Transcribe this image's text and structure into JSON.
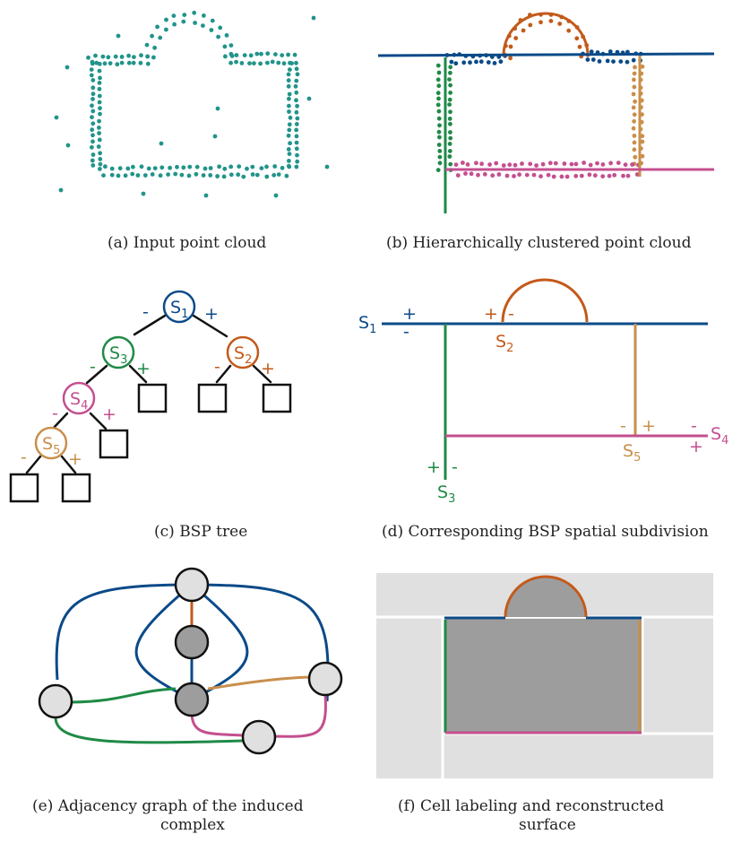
{
  "colors": {
    "teal": "#21948a",
    "blue": "#0b4a88",
    "orange": "#c35a1b",
    "green": "#1f8a46",
    "tan": "#c98f4b",
    "magenta": "#c44f8f",
    "gray_light": "#e0e0e0",
    "gray_dark": "#9d9d9d"
  },
  "captions": {
    "a": "(a)  Input point cloud",
    "b": "(b)  Hierarchically clustered point cloud",
    "c": "(c)  BSP tree",
    "d": "(d)  Corresponding BSP spatial subdivision",
    "e_line1": "(e)  Adjacency graph of the induced",
    "e_line2": "complex",
    "f_line1": "(f)  Cell labeling and reconstructed",
    "f_line2": "surface"
  },
  "tree": {
    "s1": {
      "base": "S",
      "sub": "1"
    },
    "s2": {
      "base": "S",
      "sub": "2"
    },
    "s3": {
      "base": "S",
      "sub": "3"
    },
    "s4": {
      "base": "S",
      "sub": "4"
    },
    "s5": {
      "base": "S",
      "sub": "5"
    },
    "minus": "-",
    "plus": "+"
  },
  "subdivision": {
    "s1": {
      "base": "S",
      "sub": "1"
    },
    "s2": {
      "base": "S",
      "sub": "2"
    },
    "s3": {
      "base": "S",
      "sub": "3"
    },
    "s4": {
      "base": "S",
      "sub": "4"
    },
    "s5": {
      "base": "S",
      "sub": "5"
    },
    "minus": "-",
    "plus": "+"
  }
}
